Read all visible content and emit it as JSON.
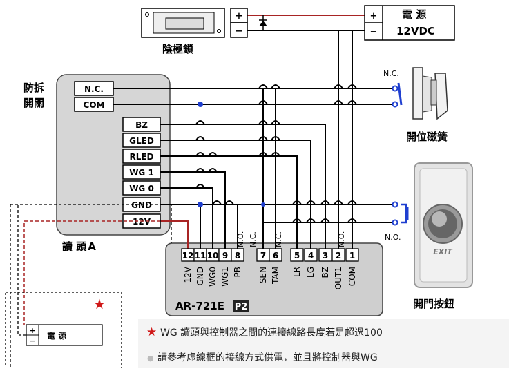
{
  "door_lock": {
    "label": "陰極鎖",
    "plus": "+",
    "minus": "−"
  },
  "power_supply": {
    "title": "電 源",
    "voltage": "12VDC",
    "plus": "+",
    "minus": "−"
  },
  "tamper": {
    "label_line1": "防拆",
    "label_line2": "開關",
    "nc": "N.C.",
    "com": "COM"
  },
  "reader": {
    "name_text": "讀 頭",
    "name_suffix": "A",
    "terminals": [
      "BZ",
      "GLED",
      "RLED",
      "WG 1",
      "WG 0",
      "GND",
      "12V"
    ]
  },
  "door_contact": {
    "label": "開位磁簧",
    "nc": "N.C."
  },
  "exit_button": {
    "label": "開門按鈕",
    "no": "N.O.",
    "face_text": "EXIT"
  },
  "controller": {
    "model": "AR-721E",
    "badge": "P2",
    "terminal_numbers": [
      "12",
      "11",
      "10",
      "9",
      "8",
      "7",
      "6",
      "5",
      "4",
      "3",
      "2",
      "1"
    ],
    "terminal_names": [
      "12V",
      "GND",
      "WG0",
      "WG1",
      "PB",
      "SEN",
      "TAM",
      "LR",
      "LG",
      "BZ",
      "OUT1",
      "COM"
    ],
    "contact_marks": [
      "N.O.",
      "N.C.",
      "N.C.",
      "N.O."
    ]
  },
  "aux_power": {
    "title": "電  源",
    "plus": "+",
    "minus": "−",
    "star": "★"
  },
  "notes": [
    {
      "marker": "★",
      "text": "WG 讀頭與控制器之間的連接線路長度若是超過100"
    },
    {
      "marker": "●",
      "text": "請參考虛線框的接線方式供電，並且將控制器與WG"
    }
  ],
  "colors": {
    "red_wire": "#a82424",
    "junction": "#1f3fd0",
    "star": "#d01818"
  }
}
